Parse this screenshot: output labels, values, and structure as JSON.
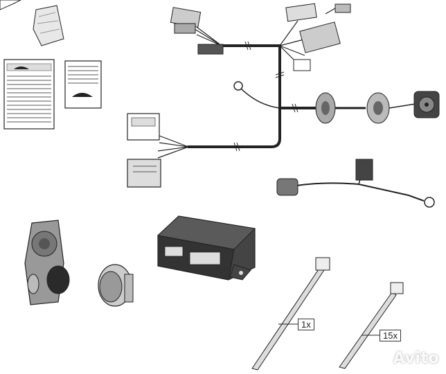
{
  "labels": {
    "tie_large_qty": "1x",
    "tie_small_qty": "15x"
  },
  "watermark": "Avito",
  "colors": {
    "line": "#222222",
    "part_gray": "#b8b8b8",
    "part_dark": "#3a3a3a",
    "paper": "#ffffff"
  }
}
